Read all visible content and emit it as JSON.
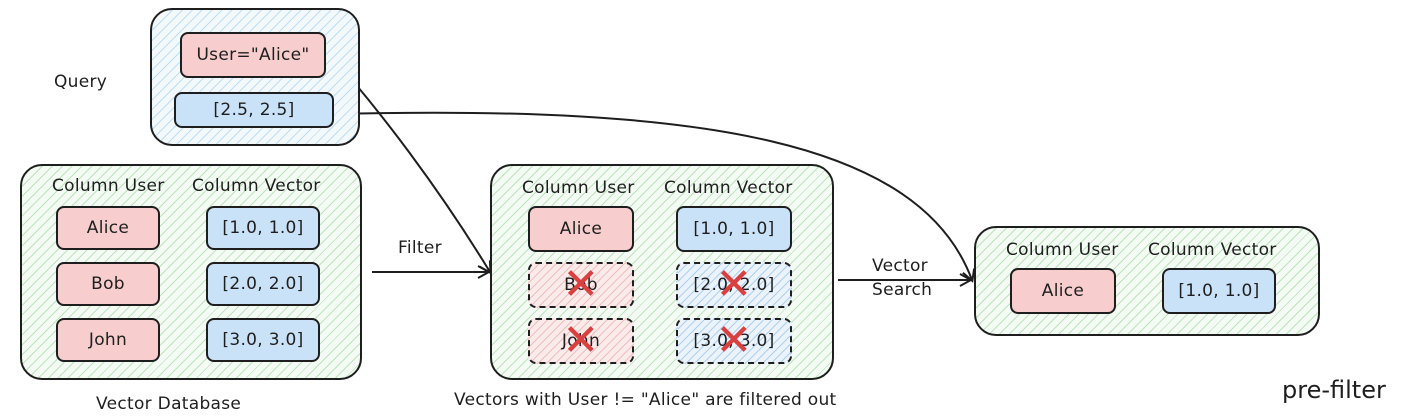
{
  "query": {
    "label": "Query",
    "filter_condition": "User=\"Alice\"",
    "vector": "[2.5, 2.5]"
  },
  "database": {
    "caption": "Vector Database",
    "col_user": "Column User",
    "col_vector": "Column Vector",
    "rows": [
      {
        "user": "Alice",
        "vector": "[1.0, 1.0]"
      },
      {
        "user": "Bob",
        "vector": "[2.0, 2.0]"
      },
      {
        "user": "John",
        "vector": "[3.0, 3.0]"
      }
    ]
  },
  "filtered": {
    "caption": "Vectors with User != \"Alice\" are filtered out",
    "col_user": "Column User",
    "col_vector": "Column Vector",
    "rows": [
      {
        "user": "Alice",
        "vector": "[1.0, 1.0]",
        "removed": false
      },
      {
        "user": "Bob",
        "vector": "[2.0, 2.0]",
        "removed": true
      },
      {
        "user": "John",
        "vector": "[3.0, 3.0]",
        "removed": true
      }
    ]
  },
  "result": {
    "col_user": "Column User",
    "col_vector": "Column Vector",
    "rows": [
      {
        "user": "Alice",
        "vector": "[1.0, 1.0]"
      }
    ]
  },
  "edges": {
    "filter_label": "Filter",
    "search_label_line1": "Vector",
    "search_label_line2": "Search"
  },
  "title": "pre-filter",
  "colors": {
    "user_cell": "#f7cdcd",
    "vector_cell": "#c9e2f8",
    "removed_mark": "#d94040",
    "panel_hatch": "#6ebe6e"
  }
}
